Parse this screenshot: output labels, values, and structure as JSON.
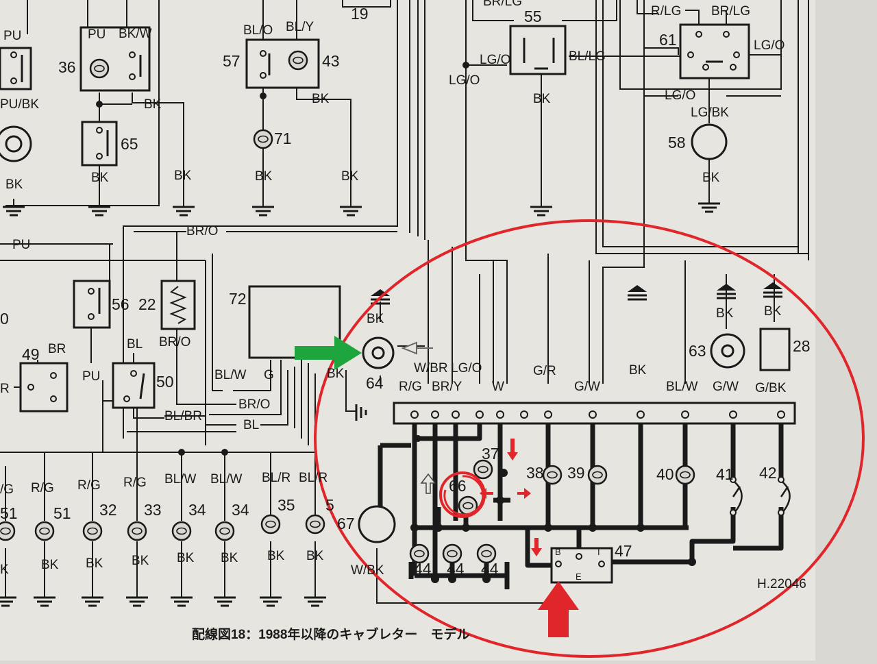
{
  "caption": "配線図18：1988年以降のキャブレター　モデル",
  "drawing_number": "H.22046",
  "colors": {
    "paper": "#d9d8d3",
    "ink": "#1a1a1a",
    "circle": "#e0262b",
    "arrow_green": "#1fa53d",
    "arrow_red": "#e0262b"
  },
  "components": [
    {
      "id": "c19",
      "num": "19"
    },
    {
      "id": "c55",
      "num": "55"
    },
    {
      "id": "c61",
      "num": "61"
    },
    {
      "id": "c36",
      "num": "36"
    },
    {
      "id": "c57",
      "num": "57"
    },
    {
      "id": "c43",
      "num": "43"
    },
    {
      "id": "c65",
      "num": "65"
    },
    {
      "id": "c71",
      "num": "71"
    },
    {
      "id": "c58",
      "num": "58"
    },
    {
      "id": "c56",
      "num": "56"
    },
    {
      "id": "c22",
      "num": "22"
    },
    {
      "id": "c72",
      "num": "72"
    },
    {
      "id": "c49",
      "num": "49"
    },
    {
      "id": "c50",
      "num": "50"
    },
    {
      "id": "c64",
      "num": "64"
    },
    {
      "id": "c63",
      "num": "63"
    },
    {
      "id": "c28",
      "num": "28"
    },
    {
      "id": "c51a",
      "num": "51"
    },
    {
      "id": "c51b",
      "num": "51"
    },
    {
      "id": "c32",
      "num": "32"
    },
    {
      "id": "c33",
      "num": "33"
    },
    {
      "id": "c34a",
      "num": "34"
    },
    {
      "id": "c34b",
      "num": "34"
    },
    {
      "id": "c35a",
      "num": "35"
    },
    {
      "id": "c35b",
      "num": "5"
    },
    {
      "id": "c67",
      "num": "67"
    },
    {
      "id": "c37",
      "num": "37"
    },
    {
      "id": "c66",
      "num": "66"
    },
    {
      "id": "c38",
      "num": "38"
    },
    {
      "id": "c39",
      "num": "39"
    },
    {
      "id": "c40",
      "num": "40"
    },
    {
      "id": "c41",
      "num": "41"
    },
    {
      "id": "c42",
      "num": "42"
    },
    {
      "id": "c44a",
      "num": "44"
    },
    {
      "id": "c44b",
      "num": "44"
    },
    {
      "id": "c44c",
      "num": "44"
    },
    {
      "id": "c47",
      "num": "47"
    },
    {
      "id": "c0",
      "num": "0"
    }
  ],
  "wire_labels": [
    {
      "id": "w1",
      "text": "PU"
    },
    {
      "id": "w2",
      "text": "PU/BK"
    },
    {
      "id": "w3",
      "text": "BK"
    },
    {
      "id": "w4",
      "text": "PU"
    },
    {
      "id": "w5",
      "text": "BK/W"
    },
    {
      "id": "w6",
      "text": "BK"
    },
    {
      "id": "w7",
      "text": "BK"
    },
    {
      "id": "w8",
      "text": "BK"
    },
    {
      "id": "w9",
      "text": "BL/O"
    },
    {
      "id": "w10",
      "text": "BL/Y"
    },
    {
      "id": "w11",
      "text": "BK"
    },
    {
      "id": "w12",
      "text": "BK"
    },
    {
      "id": "w13",
      "text": "BK"
    },
    {
      "id": "w14",
      "text": "BR/LG"
    },
    {
      "id": "w15",
      "text": "LG/O"
    },
    {
      "id": "w16",
      "text": "LG/O"
    },
    {
      "id": "w17",
      "text": "BL/LG"
    },
    {
      "id": "w18",
      "text": "BK"
    },
    {
      "id": "w19",
      "text": "R/LG"
    },
    {
      "id": "w20",
      "text": "BR/LG"
    },
    {
      "id": "w21",
      "text": "LG/O"
    },
    {
      "id": "w22",
      "text": "LG/O"
    },
    {
      "id": "w23",
      "text": "LG/BK"
    },
    {
      "id": "w24",
      "text": "BK"
    },
    {
      "id": "w25",
      "text": "PU"
    },
    {
      "id": "w26",
      "text": "BR/O"
    },
    {
      "id": "w27",
      "text": "BR/O"
    },
    {
      "id": "w28",
      "text": "BR"
    },
    {
      "id": "w29",
      "text": "R"
    },
    {
      "id": "w30",
      "text": "BL"
    },
    {
      "id": "w31",
      "text": "PU"
    },
    {
      "id": "w32",
      "text": "BL/W"
    },
    {
      "id": "w33",
      "text": "G"
    },
    {
      "id": "w34",
      "text": "BR/O"
    },
    {
      "id": "w35",
      "text": "BL/BR"
    },
    {
      "id": "w36",
      "text": "BL"
    },
    {
      "id": "w37",
      "text": "BK"
    },
    {
      "id": "w38",
      "text": "BK"
    },
    {
      "id": "w39",
      "text": "R/G"
    },
    {
      "id": "w40",
      "text": "W/BR"
    },
    {
      "id": "w41",
      "text": "LG/O"
    },
    {
      "id": "w42",
      "text": "BR/Y"
    },
    {
      "id": "w43",
      "text": "W"
    },
    {
      "id": "w44",
      "text": "G/R"
    },
    {
      "id": "w45",
      "text": "G/W"
    },
    {
      "id": "w46",
      "text": "BK"
    },
    {
      "id": "w47",
      "text": "BL/W"
    },
    {
      "id": "w48",
      "text": "G/W"
    },
    {
      "id": "w49",
      "text": "G/BK"
    },
    {
      "id": "w50",
      "text": "BK"
    },
    {
      "id": "w51",
      "text": "BK"
    },
    {
      "id": "w52",
      "text": "/G"
    },
    {
      "id": "w53",
      "text": "R/G"
    },
    {
      "id": "w54",
      "text": "R/G"
    },
    {
      "id": "w55",
      "text": "R/G"
    },
    {
      "id": "w56",
      "text": "BL/W"
    },
    {
      "id": "w57",
      "text": "BL/W"
    },
    {
      "id": "w58",
      "text": "BL/R"
    },
    {
      "id": "w59",
      "text": "BL/R"
    },
    {
      "id": "w60",
      "text": "K"
    },
    {
      "id": "w61",
      "text": "BK"
    },
    {
      "id": "w62",
      "text": "BK"
    },
    {
      "id": "w63",
      "text": "BK"
    },
    {
      "id": "w64",
      "text": "BK"
    },
    {
      "id": "w65",
      "text": "BK"
    },
    {
      "id": "w66",
      "text": "BK"
    },
    {
      "id": "w67",
      "text": "BK"
    },
    {
      "id": "w68",
      "text": "W/BK"
    }
  ],
  "terminals": [
    "B",
    "E",
    "I"
  ]
}
